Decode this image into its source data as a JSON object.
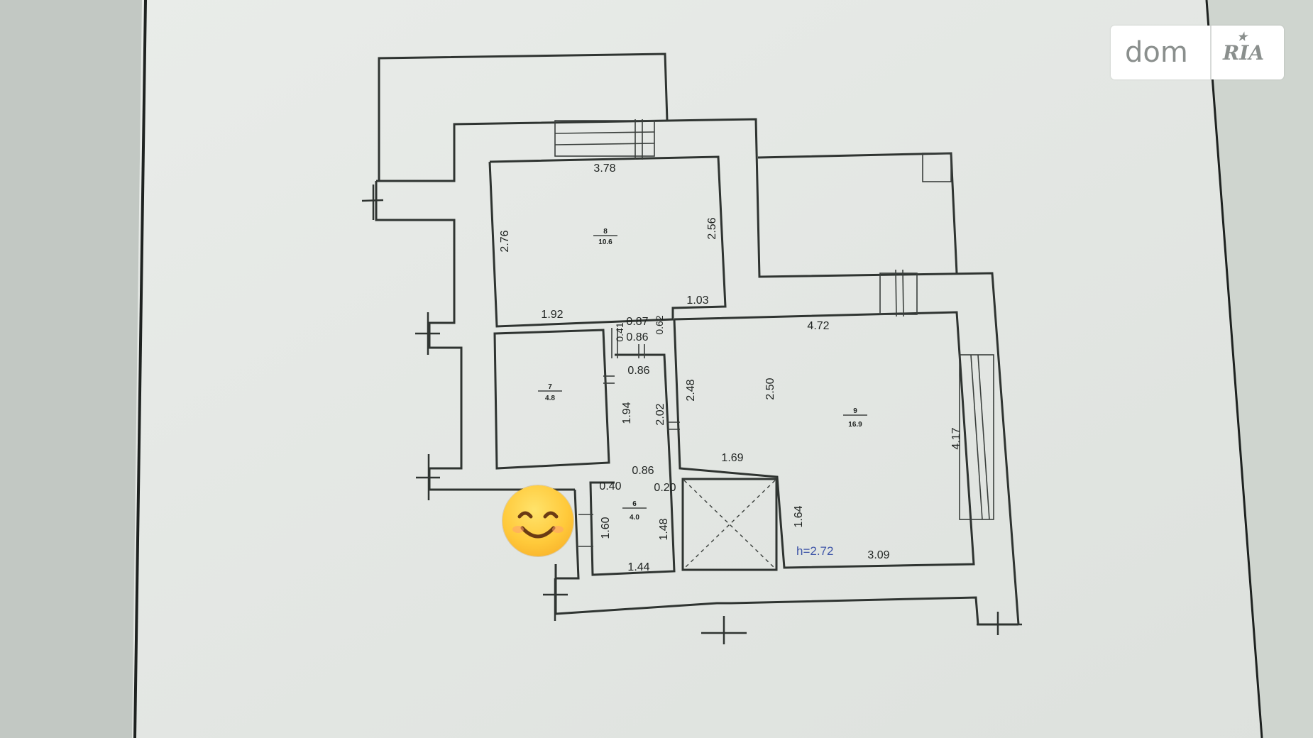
{
  "watermark": {
    "brand_left": "dom",
    "brand_right": "RIA"
  },
  "ceiling_height": "h=2.72",
  "rooms": [
    {
      "number": "8",
      "area": "10.6"
    },
    {
      "number": "7",
      "area": "4.8"
    },
    {
      "number": "9",
      "area": "16.9"
    },
    {
      "number": "6",
      "area": "4.0"
    }
  ],
  "dimensions": {
    "d378": "3.78",
    "d276": "2.76",
    "d256": "2.56",
    "d192": "1.92",
    "d103": "1.03",
    "d472": "4.72",
    "d041": "0.41",
    "d087": "0.87",
    "d062": "0.62",
    "d086a": "0.86",
    "d086b": "0.86",
    "d194": "1.94",
    "d202": "2.02",
    "d248": "2.48",
    "d250": "2.50",
    "d417": "4.17",
    "d169": "1.69",
    "d086c": "0.86",
    "d040": "0.40",
    "d020": "0.20",
    "d160": "1.60",
    "d148": "1.48",
    "d164": "1.64",
    "d144": "1.44",
    "d309": "3.09"
  },
  "colors": {
    "paper": "#e8ebe8",
    "ink": "#2f3431",
    "ceiling_text": "#3f56a8",
    "emoji": "#ffc93a"
  }
}
